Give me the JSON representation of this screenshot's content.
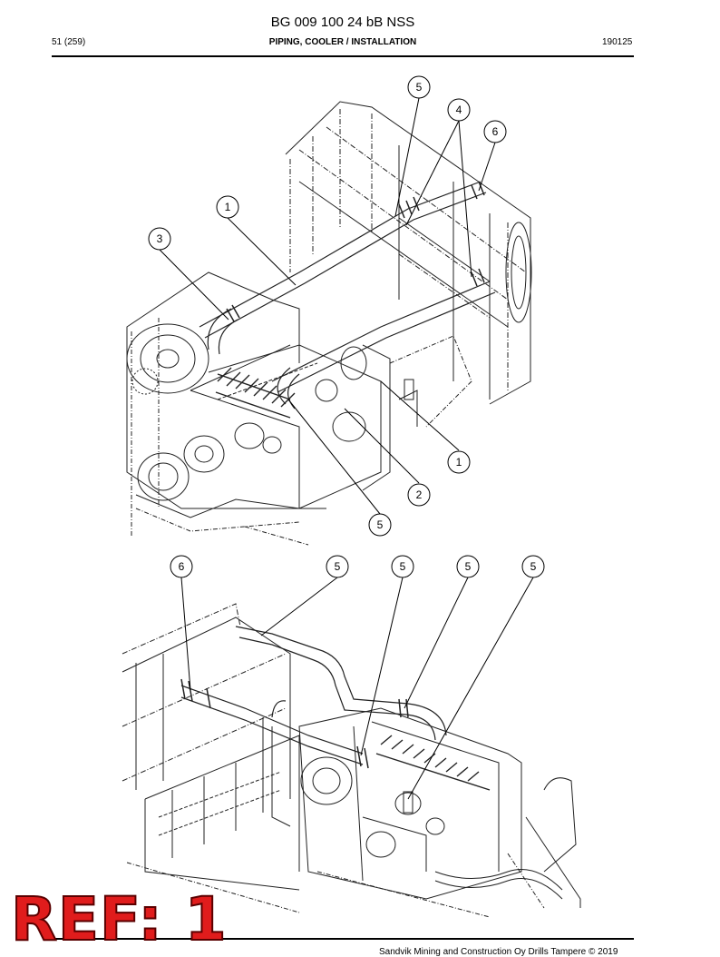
{
  "header": {
    "doc_title": "BG 009 100 24 bB NSS",
    "page": "51 (259)",
    "section": "PIPING, COOLER / INSTALLATION",
    "code": "190125"
  },
  "callouts": {
    "top": [
      "5",
      "4",
      "6",
      "1",
      "3",
      "1",
      "2",
      "5"
    ],
    "bottom": [
      "6",
      "5",
      "5",
      "5",
      "5"
    ]
  },
  "footer": {
    "text": "Sandvik Mining and Construction Oy Drills Tampere © 2019"
  },
  "stamp": {
    "text": "REF: 1"
  }
}
